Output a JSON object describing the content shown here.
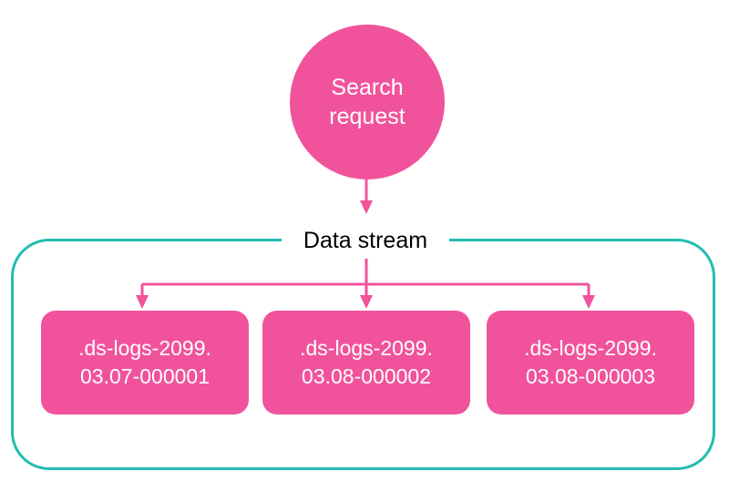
{
  "search_request": {
    "line1": "Search",
    "line2": "request"
  },
  "data_stream": {
    "label": "Data stream"
  },
  "backing_indices": [
    {
      "line1": ".ds-logs-2099.",
      "line2": "03.07-000001"
    },
    {
      "line1": ".ds-logs-2099.",
      "line2": "03.08-000002"
    },
    {
      "line1": ".ds-logs-2099.",
      "line2": "03.08-000003"
    }
  ],
  "colors": {
    "node": "#f0539b",
    "arrow": "#f0539b",
    "container_border": "#22bdb0"
  }
}
